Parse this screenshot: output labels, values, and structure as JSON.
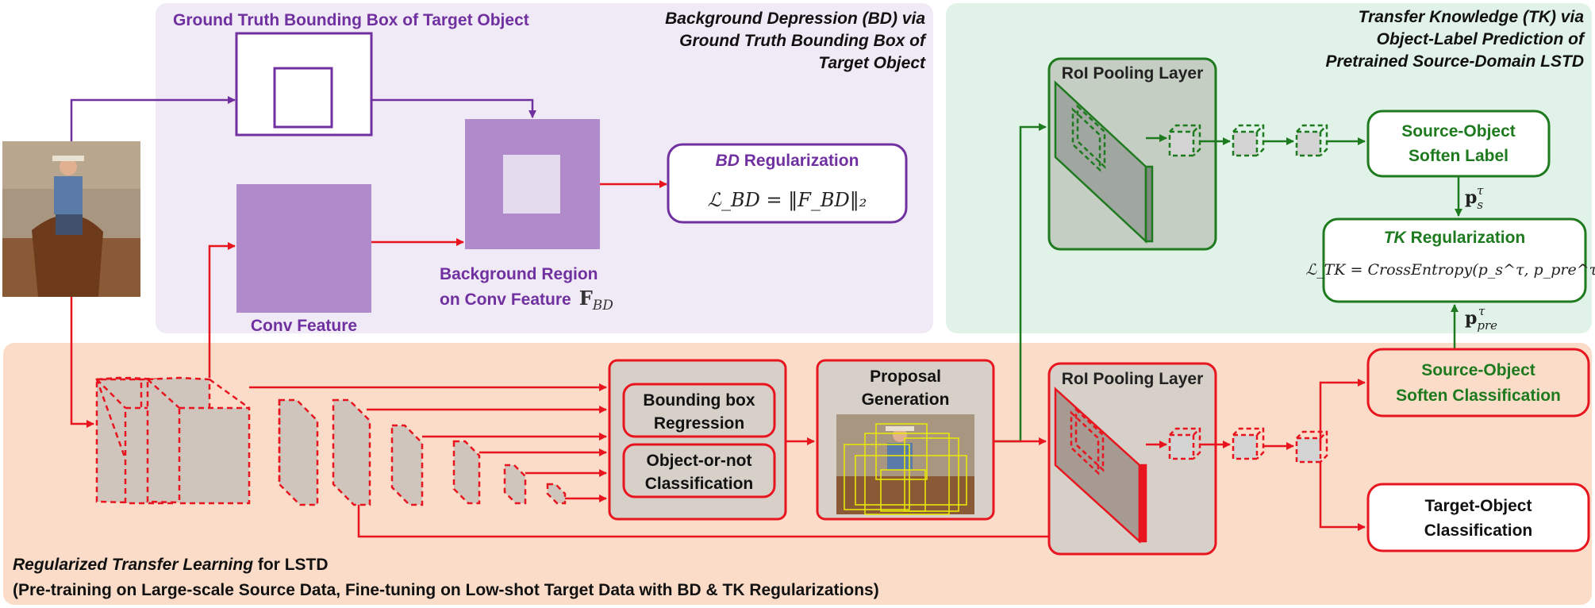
{
  "colors": {
    "bd_purple": "#7030a0",
    "tk_green": "#1e7a1e",
    "base_red": "#e8141e",
    "bd_panel": "#efeaf5",
    "tk_panel": "#e1f2e8",
    "rtl_panel": "#fbdcc8",
    "gray_box": "#d6d0c8"
  },
  "bd": {
    "gt_title": "Ground Truth Bounding Box of Target Object",
    "heading_italic": "Background Depression (BD)",
    "heading_via": " via",
    "heading_line2": "Ground Truth Bounding Box of",
    "heading_line3": "Target Object",
    "conv_feature": "Conv Feature",
    "bg_region_line1": "Background Region",
    "bg_region_line2": "on  Conv Feature",
    "bg_region_symbol": "F",
    "bg_region_sub": "BD",
    "reg_title_italic": "BD",
    "reg_title_rest": " Regularization",
    "reg_formula": "ℒ_BD = ‖F_BD‖₂"
  },
  "tk": {
    "heading_italic": "Transfer Knowledge (TK)",
    "heading_via": " via",
    "heading_line2": "Object-Label Prediction of",
    "heading_line3": "Pretrained Source-Domain LSTD",
    "roi_label": "RoI Pooling Layer",
    "soft_label_line1": "Source-Object",
    "soft_label_line2": "Soften Label",
    "ps_symbol": "p",
    "ps_sub": "s",
    "ps_sup": "τ",
    "reg_title_italic": "TK",
    "reg_title_rest": " Regularization",
    "reg_formula": "ℒ_TK = CrossEntropy(p_s^τ, p_pre^τ)",
    "ppre_symbol": "p",
    "ppre_sub": "pre",
    "ppre_sup": "τ"
  },
  "rtl": {
    "bbox_reg_line1": "Bounding box",
    "bbox_reg_line2": "Regression",
    "obj_cls_line1": "Object-or-not",
    "obj_cls_line2": "Classification",
    "proposal_line1": "Proposal",
    "proposal_line2": "Generation",
    "roi_label": "RoI Pooling Layer",
    "src_soft_cls_line1": "Source-Object",
    "src_soft_cls_line2": "Soften Classification",
    "tgt_cls_line1": "Target-Object",
    "tgt_cls_line2": "Classification",
    "footer_italic": "Regularized Transfer Learning",
    "footer_rest": " for LSTD",
    "footer_line2": "(Pre-training on Large-scale Source Data,  Fine-tuning on Low-shot Target Data with BD & TK Regularizations)"
  }
}
